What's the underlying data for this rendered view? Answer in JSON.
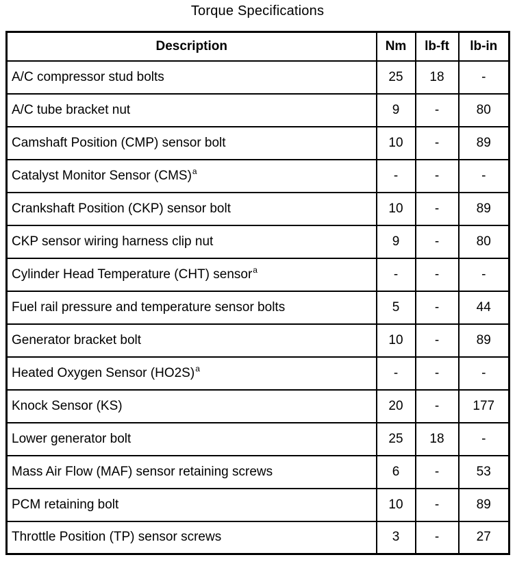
{
  "title": "Torque Specifications",
  "table": {
    "columns": [
      "Description",
      "Nm",
      "lb-ft",
      "lb-in"
    ],
    "rows": [
      {
        "description": "A/C compressor stud bolts",
        "footnote": "",
        "nm": "25",
        "lb_ft": "18",
        "lb_in": "-"
      },
      {
        "description": "A/C tube bracket nut",
        "footnote": "",
        "nm": "9",
        "lb_ft": "-",
        "lb_in": "80"
      },
      {
        "description": "Camshaft Position (CMP) sensor bolt",
        "footnote": "",
        "nm": "10",
        "lb_ft": "-",
        "lb_in": "89"
      },
      {
        "description": "Catalyst Monitor Sensor (CMS)",
        "footnote": "a",
        "nm": "-",
        "lb_ft": "-",
        "lb_in": "-"
      },
      {
        "description": "Crankshaft Position (CKP) sensor bolt",
        "footnote": "",
        "nm": "10",
        "lb_ft": "-",
        "lb_in": "89"
      },
      {
        "description": "CKP sensor wiring harness clip nut",
        "footnote": "",
        "nm": "9",
        "lb_ft": "-",
        "lb_in": "80"
      },
      {
        "description": "Cylinder Head Temperature (CHT) sensor",
        "footnote": "a",
        "nm": "-",
        "lb_ft": "-",
        "lb_in": "-"
      },
      {
        "description": "Fuel rail pressure and temperature sensor bolts",
        "footnote": "",
        "nm": "5",
        "lb_ft": "-",
        "lb_in": "44"
      },
      {
        "description": "Generator bracket bolt",
        "footnote": "",
        "nm": "10",
        "lb_ft": "-",
        "lb_in": "89"
      },
      {
        "description": "Heated Oxygen Sensor (HO2S)",
        "footnote": "a",
        "nm": "-",
        "lb_ft": "-",
        "lb_in": "-"
      },
      {
        "description": "Knock Sensor (KS)",
        "footnote": "",
        "nm": "20",
        "lb_ft": "-",
        "lb_in": "177"
      },
      {
        "description": "Lower generator bolt",
        "footnote": "",
        "nm": "25",
        "lb_ft": "18",
        "lb_in": "-"
      },
      {
        "description": "Mass Air Flow (MAF) sensor retaining screws",
        "footnote": "",
        "nm": "6",
        "lb_ft": "-",
        "lb_in": "53"
      },
      {
        "description": "PCM retaining bolt",
        "footnote": "",
        "nm": "10",
        "lb_ft": "-",
        "lb_in": "89"
      },
      {
        "description": "Throttle Position (TP) sensor screws",
        "footnote": "",
        "nm": "3",
        "lb_ft": "-",
        "lb_in": "27"
      }
    ]
  }
}
